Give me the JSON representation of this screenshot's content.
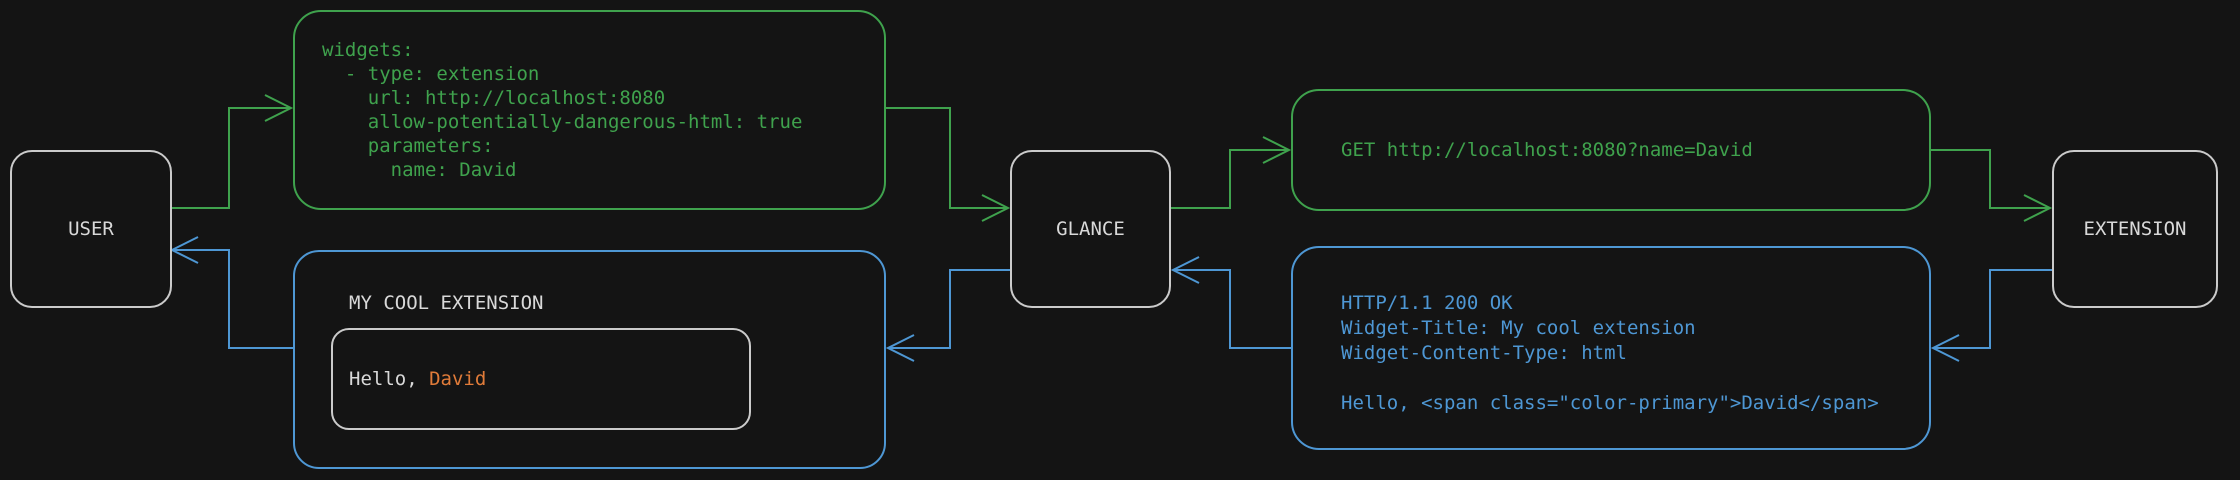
{
  "colors": {
    "background": "#141414",
    "green": "#3fa24d",
    "blue": "#4e97d4",
    "orange": "#e07b39",
    "box_border": "#cbcbcb",
    "text": "#d9d9d9"
  },
  "nodes": {
    "user": {
      "label": "USER"
    },
    "glance": {
      "label": "GLANCE"
    },
    "extension": {
      "label": "EXTENSION"
    }
  },
  "config_box": {
    "lines": [
      "widgets:",
      "  - type: extension",
      "    url: http://localhost:8080",
      "    allow-potentially-dangerous-html: true",
      "    parameters:",
      "      name: David"
    ]
  },
  "request_box": {
    "text": "GET http://localhost:8080?name=David"
  },
  "response_box": {
    "lines": [
      "HTTP/1.1 200 OK",
      "Widget-Title: My cool extension",
      "Widget-Content-Type: html",
      "",
      "Hello, <span class=\"color-primary\">David</span>"
    ]
  },
  "widget_box": {
    "title": "MY COOL EXTENSION",
    "greeting_prefix": "Hello, ",
    "greeting_name": "David"
  }
}
